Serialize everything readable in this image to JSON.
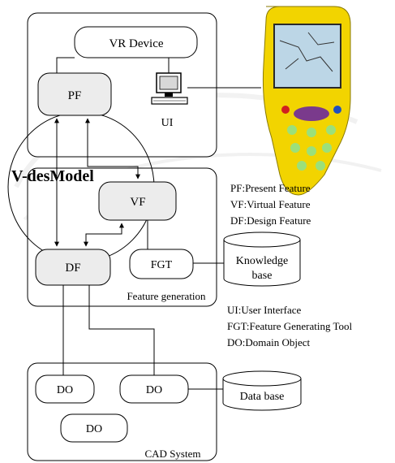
{
  "diagram": {
    "vr_device": "VR Device",
    "ui": "UI",
    "pf": "PF",
    "vf": "VF",
    "df": "DF",
    "fgt": "FGT",
    "model_title": "V-desModel",
    "feature_generation": "Feature generation",
    "knowledge_base_line1": "Knowledge",
    "knowledge_base_line2": "base",
    "do_1": "DO",
    "do_2": "DO",
    "do_3": "DO",
    "data_base": "Data base",
    "cad_system": "CAD System"
  },
  "legend": {
    "pf": "PF:Present Feature",
    "vf": "VF:Virtual Feature",
    "df": "DF:Design Feature",
    "ui": "UI:User Interface",
    "fgt": "FGT:Feature Generating Tool",
    "do": "DO:Domain Object"
  },
  "colors": {
    "node_fill": "#ececec",
    "device_body": "#f2d400",
    "device_screen": "#bcd6e6",
    "device_keys": "#9be07a"
  }
}
